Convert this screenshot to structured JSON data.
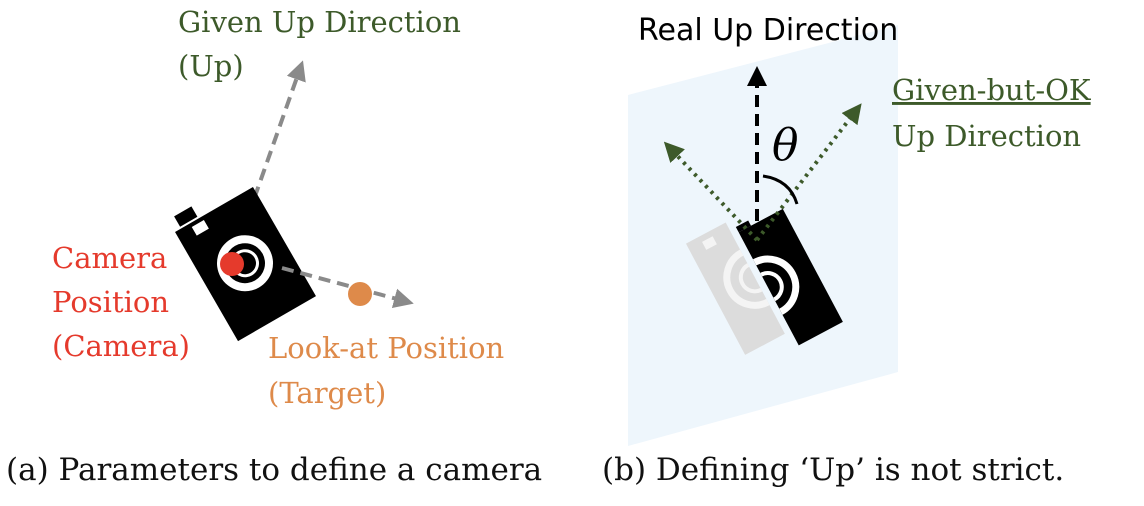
{
  "colors": {
    "green": "#3d5a2a",
    "red": "#e53a2c",
    "orange": "#de8a4a",
    "gray_arrow": "#8a8a8a",
    "plane": "#eef6fc",
    "black": "#000000"
  },
  "panel_a": {
    "given_up_line1": "Given Up Direction",
    "given_up_line2": "(Up)",
    "camera_line1": "Camera",
    "camera_line2": "Position",
    "camera_line3": "(Camera)",
    "lookat_line1": "Look-at Position",
    "lookat_line2": "(Target)",
    "caption": "(a) Parameters to define a camera",
    "icons": [
      "camera-icon"
    ]
  },
  "panel_b": {
    "real_up": "Real Up Direction",
    "given_ok_line1": "Given-but-OK",
    "given_ok_line2": "Up Direction",
    "angle_symbol": "θ",
    "caption": "(b) Defining ‘Up’ is not strict.",
    "icons": [
      "camera-icon",
      "camera-icon"
    ]
  }
}
